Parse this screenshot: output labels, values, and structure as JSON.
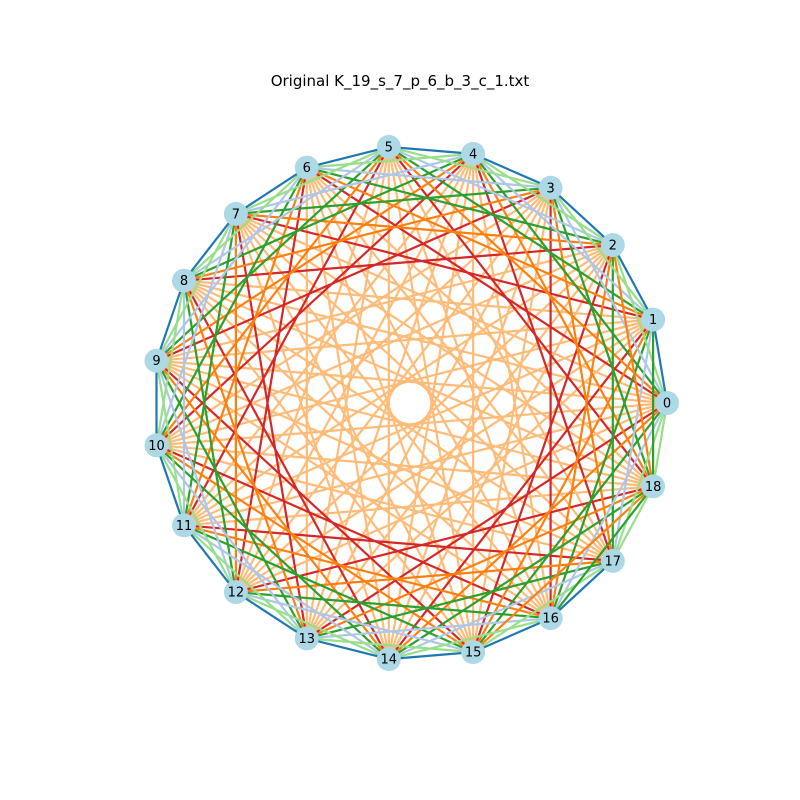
{
  "title": "Original K_19_s_7_p_6_b_3_c_1.txt",
  "graph": {
    "type": "complete-graph-circular",
    "node_count": 19,
    "node_labels": [
      "0",
      "1",
      "2",
      "3",
      "4",
      "5",
      "6",
      "7",
      "8",
      "9",
      "10",
      "11",
      "12",
      "13",
      "14",
      "15",
      "16",
      "17",
      "18"
    ],
    "node_color": "#add8e6",
    "edge_colors": {
      "1": "#1f77b4",
      "2": "#aec7e8",
      "3": "#ff7f0e",
      "4": "#ffbb78",
      "5": "#2ca02c",
      "6": "#98df8a",
      "7": "#d62728"
    },
    "color_by_offset": {
      "1": "1",
      "2": "6",
      "3": "2",
      "4": "5",
      "5": "3",
      "6": "7",
      "7": "4",
      "8": "4",
      "9": "4"
    },
    "hub_color_overrides": [
      {
        "node": "18",
        "offset": "1",
        "color": "6"
      },
      {
        "node": "18",
        "offset": "2",
        "color": "5"
      },
      {
        "node": "18",
        "offset": "3",
        "color": "3"
      },
      {
        "node": "18",
        "offset": "5",
        "color": "3"
      },
      {
        "node": "18",
        "offset": "6",
        "color": "7"
      }
    ]
  }
}
